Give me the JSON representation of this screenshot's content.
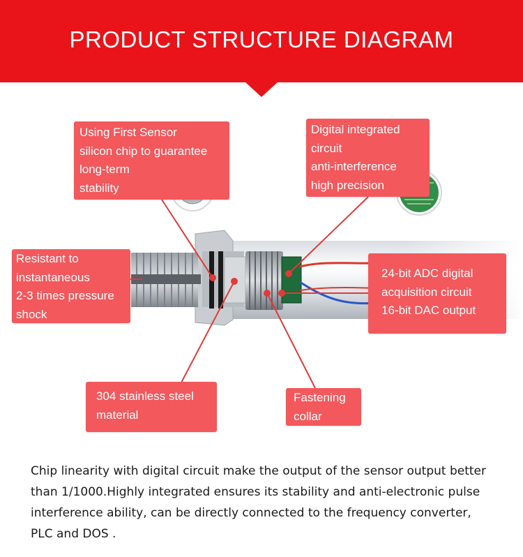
{
  "header": {
    "title": "PRODUCT STRUCTURE DIAGRAM",
    "background_color": "#e8141a"
  },
  "callouts": {
    "silicon_chip": [
      "Using First Sensor",
      "silicon chip to guarantee",
      "long-term",
      "stability"
    ],
    "digital_circuit": [
      "Digital integrated",
      "circuit",
      "anti-interference",
      "high precision"
    ],
    "pressure_shock": [
      "Resistant to",
      "instantaneous",
      "2-3 times pressure",
      "shock"
    ],
    "adc_circuit": [
      "24-bit ADC digital",
      "acquisition circuit",
      "16-bit DAC output"
    ],
    "stainless_steel": [
      "304 stainless steel",
      "material"
    ],
    "fastening_collar": [
      "Fastening",
      "collar"
    ],
    "color": "#f2585c"
  },
  "description": [
    "Chip linearity with digital circuit make the output of the sensor output better",
    "than 1/1000.Highly integrated ensures its stability and anti-electronic pulse",
    "interference ability, can be directly connected to the frequency converter,",
    "PLC and DOS ."
  ]
}
